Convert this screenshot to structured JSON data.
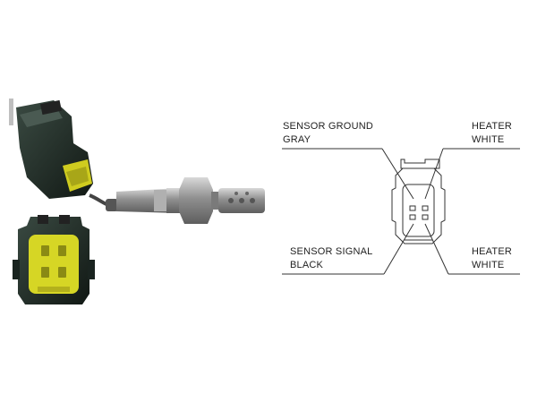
{
  "labels": {
    "sensor_ground": {
      "name": "SENSOR GROUND",
      "color": "GRAY"
    },
    "heater_top": {
      "name": "HEATER",
      "color": "WHITE"
    },
    "sensor_signal": {
      "name": "SENSOR SIGNAL",
      "color": "BLACK"
    },
    "heater_bottom": {
      "name": "HEATER",
      "color": "WHITE"
    }
  },
  "colors": {
    "connector_body": "#1d2a24",
    "pin_housing": "#d6d625",
    "sensor_metal": "#9a9a9a",
    "line": "#333333"
  }
}
